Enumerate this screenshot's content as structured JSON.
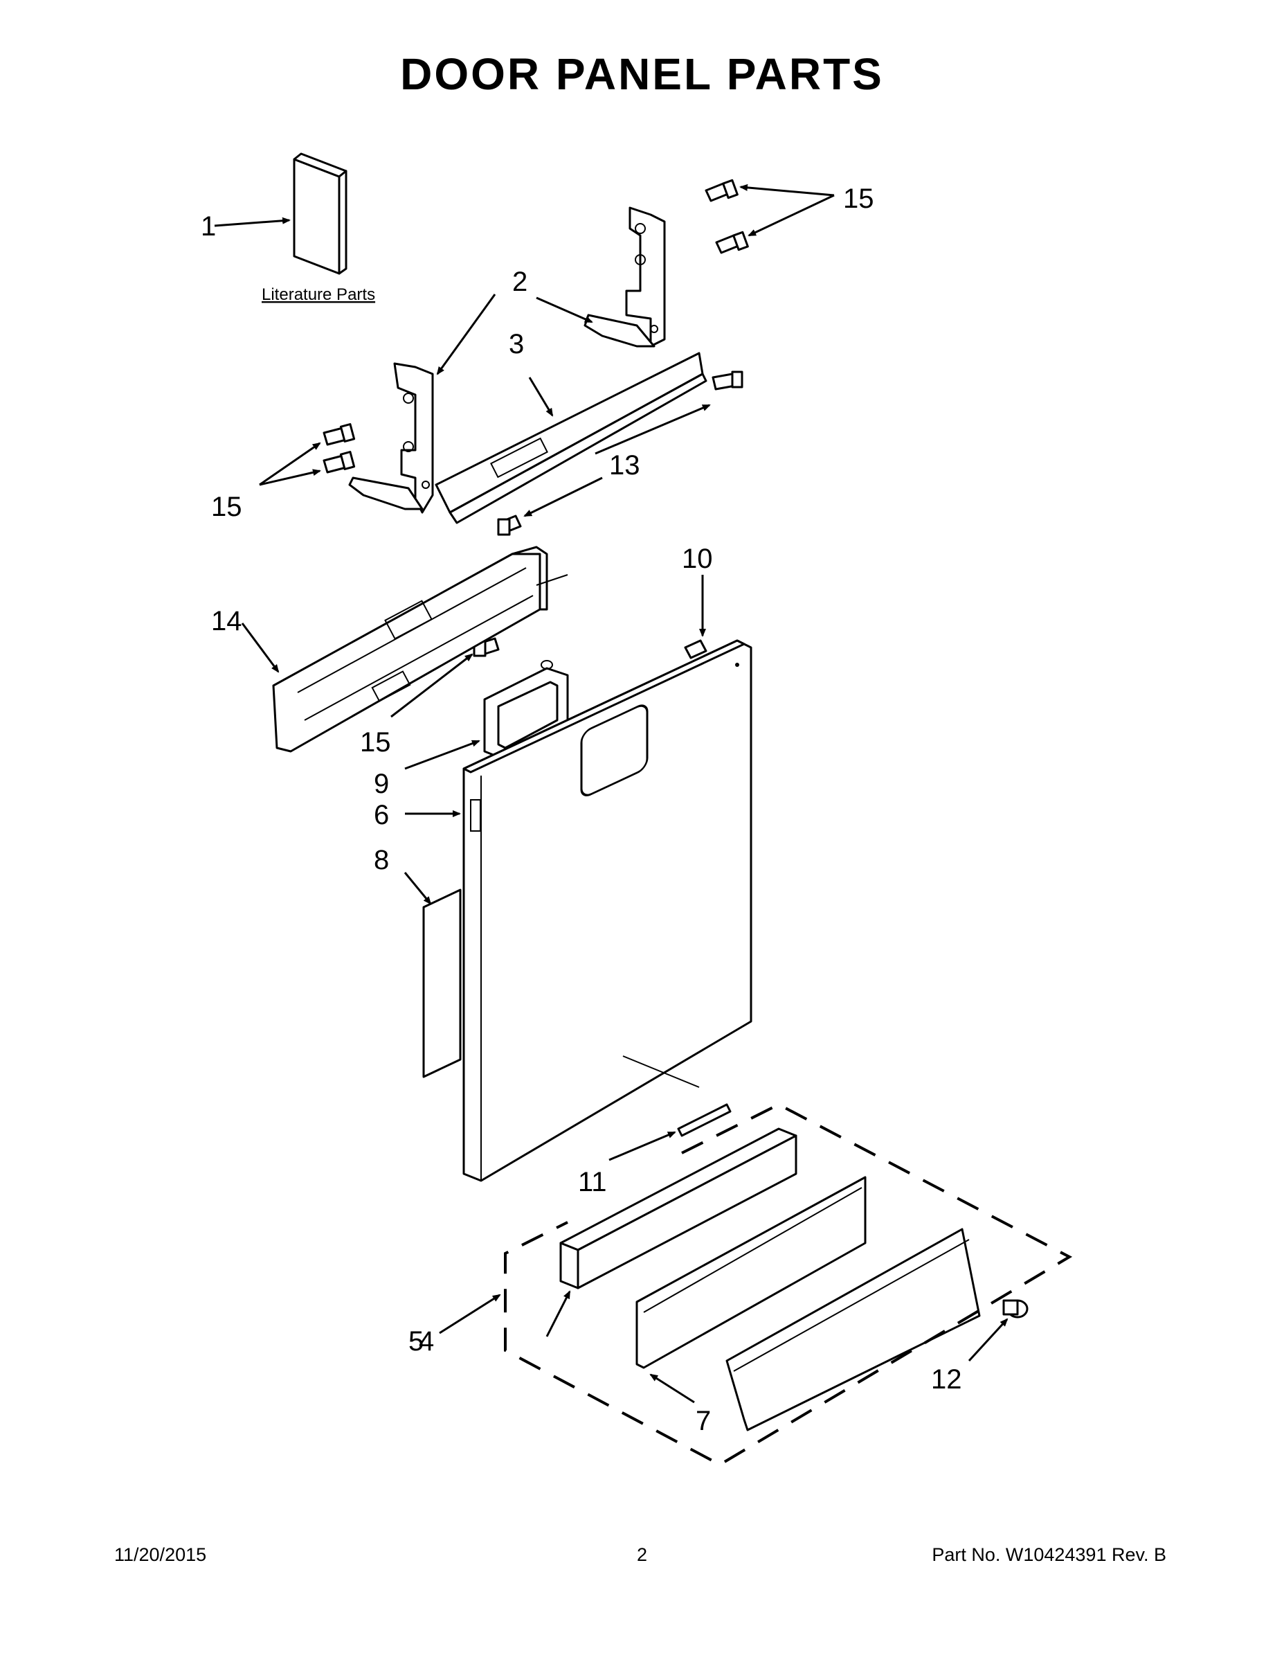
{
  "header": {
    "title": "DOOR PANEL PARTS"
  },
  "diagram": {
    "literature_label": "Literature Parts",
    "callouts": {
      "c1": "1",
      "c2": "2",
      "c3": "3",
      "c4": "4",
      "c5": "5",
      "c6": "6",
      "c7": "7",
      "c8": "8",
      "c9": "9",
      "c10": "10",
      "c11": "11",
      "c12": "12",
      "c13": "13",
      "c14": "14",
      "c15a": "15",
      "c15b": "15",
      "c15c": "15"
    }
  },
  "footer": {
    "date": "11/20/2015",
    "page": "2",
    "part_no": "Part No.  W10424391   Rev.  B"
  }
}
